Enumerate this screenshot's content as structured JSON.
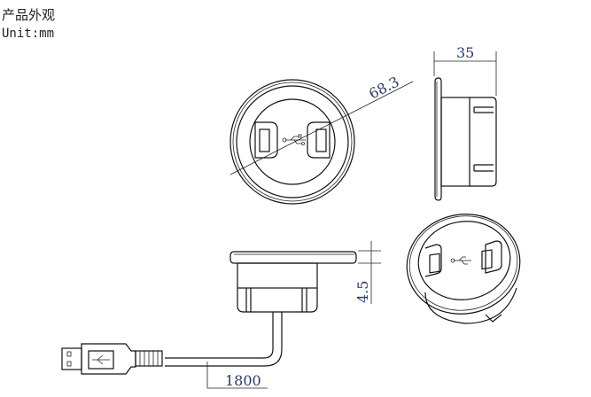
{
  "header": {
    "title": "产品外观",
    "unit": "Unit:mm"
  },
  "dimensions": {
    "diameter": "68.3",
    "depth": "35",
    "flange": "4.5",
    "cable_length": "1800"
  }
}
